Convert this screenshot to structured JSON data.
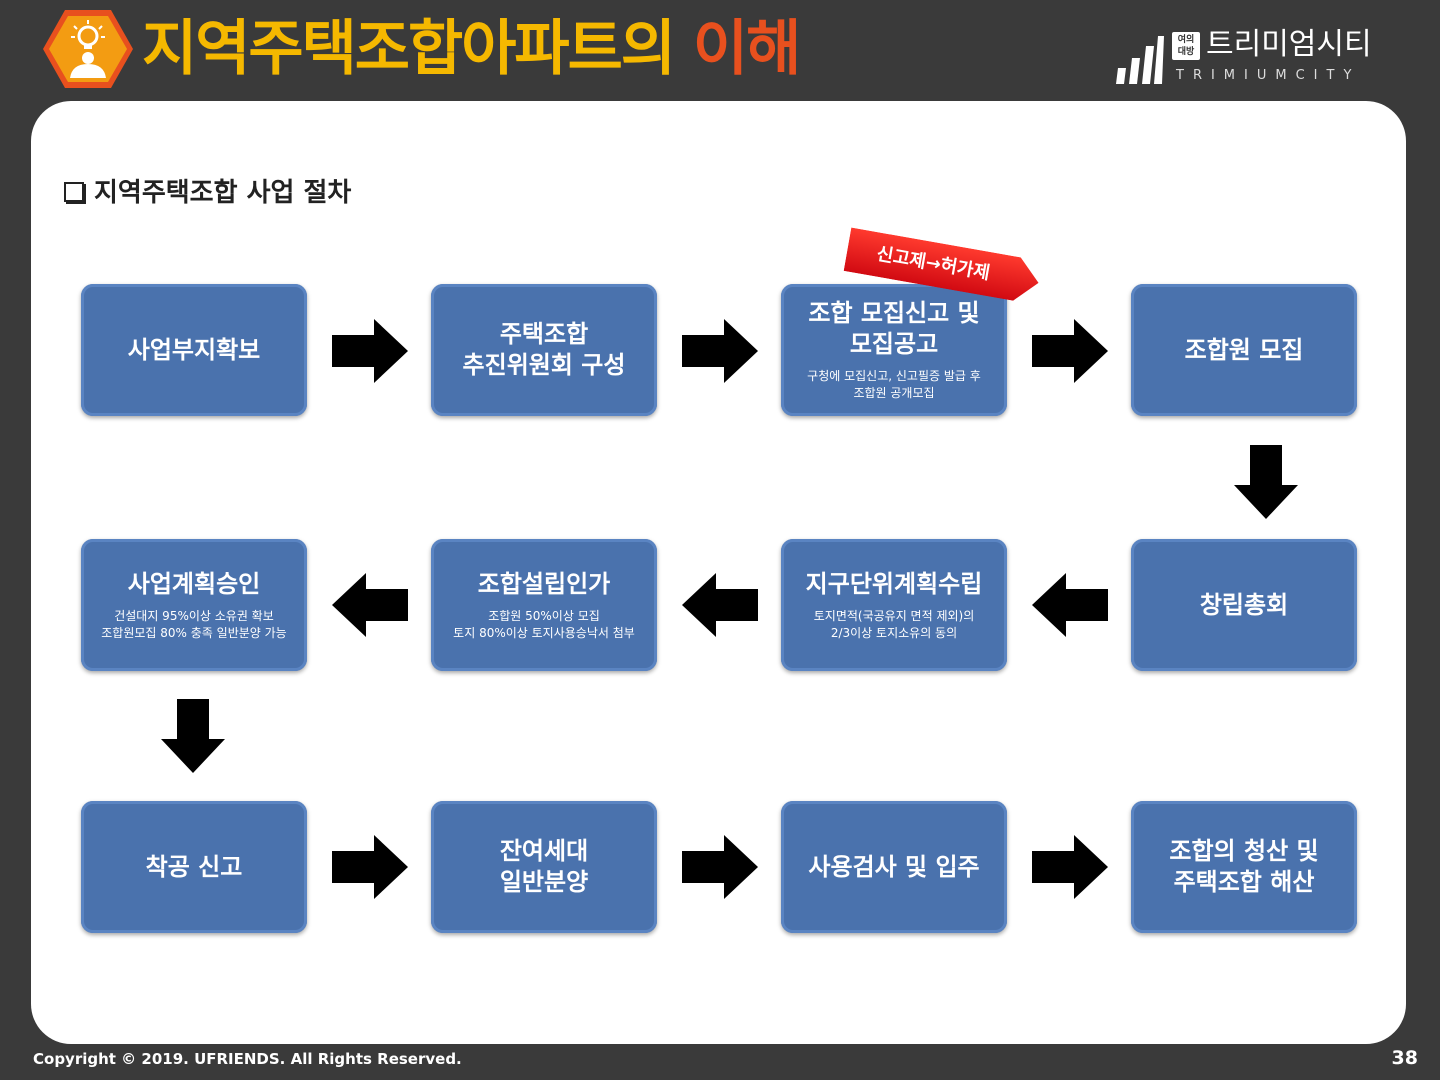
{
  "header": {
    "icon": "lightbulb-person-hex-icon",
    "title_main": "지역주택조합아파트의",
    "title_accent": "이해",
    "brand": {
      "logo": "trimium-bars-logo",
      "badge_line1": "여의",
      "badge_line2": "대방",
      "name_ko": "트리미엄시티",
      "name_en": "TRIMIUMCITY"
    }
  },
  "section": {
    "title": "지역주택조합 사업 절차"
  },
  "badge_text": "신고제→허가제",
  "steps": [
    {
      "title": "사업부지확보",
      "sub": ""
    },
    {
      "title": "주택조합\n추진위원회 구성",
      "sub": ""
    },
    {
      "title": "조합 모집신고 및\n모집공고",
      "sub": "구청에 모집신고, 신고필증 발급 후\n조합원 공개모집"
    },
    {
      "title": "조합원 모집",
      "sub": ""
    },
    {
      "title": "창립총회",
      "sub": ""
    },
    {
      "title": "지구단위계획수립",
      "sub": "토지면적(국공유지 면적 제외)의\n2/3이상 토지소유의 동의"
    },
    {
      "title": "조합설립인가",
      "sub": "조합원 50%이상 모집\n토지 80%이상 토지사용승낙서 첨부"
    },
    {
      "title": "사업계획승인",
      "sub": "건설대지 95%이상 소유권 확보\n조합원모집 80% 충족 일반분양 가능"
    },
    {
      "title": "착공 신고",
      "sub": ""
    },
    {
      "title": "잔여세대\n일반분양",
      "sub": ""
    },
    {
      "title": "사용검사 및 입주",
      "sub": ""
    },
    {
      "title": "조합의 청산 및\n주택조합 해산",
      "sub": ""
    }
  ],
  "footer": {
    "copyright": "Copyright © 2019. UFRIENDS. All Rights Reserved.",
    "page": "38"
  },
  "colors": {
    "background": "#3a3a3a",
    "title_yellow": "#f5b800",
    "title_orange": "#e8501e",
    "step_blue": "#4a72ad",
    "badge_red": "#e8141c",
    "arrow": "#000000"
  }
}
